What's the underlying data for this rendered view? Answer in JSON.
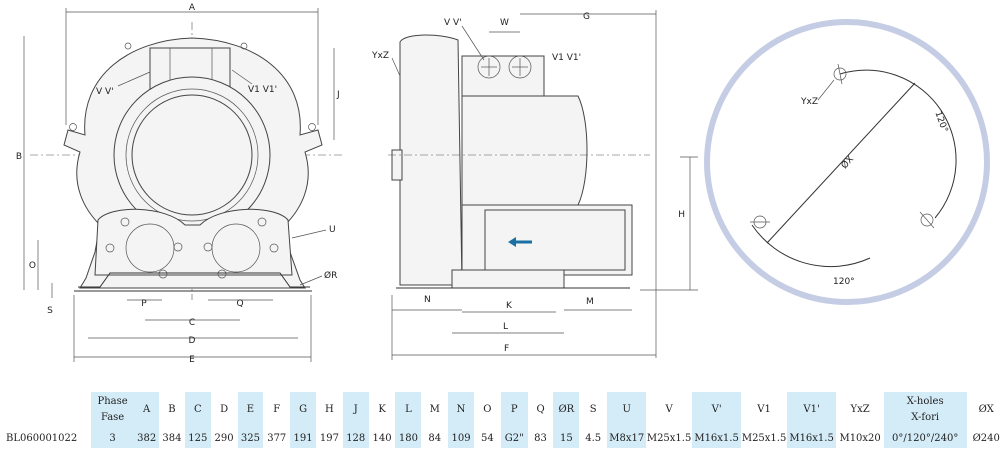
{
  "drawing": {
    "front_labels": {
      "A": "A",
      "B": "B",
      "C": "C",
      "D": "D",
      "E": "E",
      "J": "J",
      "O": "O",
      "S": "S",
      "P": "P",
      "Q": "Q",
      "U": "U",
      "OR": "ØR",
      "VV": "V V'",
      "V1V1": "V1 V1'"
    },
    "side_labels": {
      "YxZ": "YxZ",
      "VV": "V V'",
      "W": "W",
      "G": "G",
      "V1V1": "V1 V1'",
      "H": "H",
      "N": "N",
      "K": "K",
      "L": "L",
      "M": "M",
      "F": "F"
    },
    "flange_labels": {
      "YxZ": "YxZ",
      "angle_top": "120°",
      "angle_bottom": "120°",
      "OX": "ØX"
    }
  },
  "spec_table": {
    "headers": [
      {
        "text": "",
        "hl": false
      },
      {
        "text": "Phase\nFase",
        "hl": true
      },
      {
        "text": "A",
        "hl": true
      },
      {
        "text": "B",
        "hl": false
      },
      {
        "text": "C",
        "hl": true
      },
      {
        "text": "D",
        "hl": false
      },
      {
        "text": "E",
        "hl": true
      },
      {
        "text": "F",
        "hl": false
      },
      {
        "text": "G",
        "hl": true
      },
      {
        "text": "H",
        "hl": false
      },
      {
        "text": "J",
        "hl": true
      },
      {
        "text": "K",
        "hl": false
      },
      {
        "text": "L",
        "hl": true
      },
      {
        "text": "M",
        "hl": false
      },
      {
        "text": "N",
        "hl": true
      },
      {
        "text": "O",
        "hl": false
      },
      {
        "text": "P",
        "hl": true
      },
      {
        "text": "Q",
        "hl": false
      },
      {
        "text": "ØR",
        "hl": true
      },
      {
        "text": "S",
        "hl": false
      },
      {
        "text": "U",
        "hl": true
      },
      {
        "text": "V",
        "hl": false
      },
      {
        "text": "V'",
        "hl": true
      },
      {
        "text": "V1",
        "hl": false
      },
      {
        "text": "V1'",
        "hl": true
      },
      {
        "text": "YxZ",
        "hl": false
      },
      {
        "text": "X-holes\nX-fori",
        "hl": true
      },
      {
        "text": "ØX",
        "hl": false
      }
    ],
    "row": [
      "BL060001022",
      "3",
      "382",
      "384",
      "125",
      "290",
      "325",
      "377",
      "191",
      "197",
      "128",
      "140",
      "180",
      "84",
      "109",
      "54",
      "G2\"",
      "83",
      "15",
      "4.5",
      "M8x17",
      "M25x1.5",
      "M16x1.5",
      "M25x1.5",
      "M16x1.5",
      "M10x20",
      "0°/120°/240°",
      "Ø240"
    ]
  }
}
